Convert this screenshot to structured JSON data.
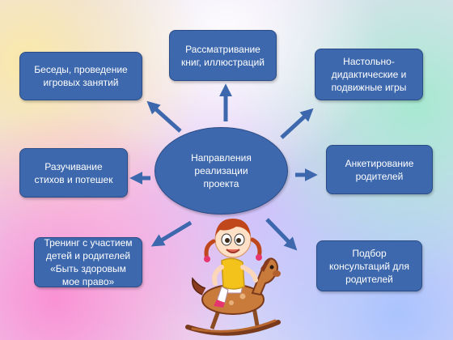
{
  "center": {
    "text": "Направления\nреализации\nпроекта"
  },
  "nodes": {
    "conversations": "Беседы, проведение\nигровых занятий",
    "books": "Рассматривание\nкниг, иллюстраций",
    "games": "Настольно-\nдидактические и\nподвижные игры",
    "poems": "Разучивание\nстихов и потешек",
    "survey": "Анкетирование\nродителей",
    "training": "Тренинг с участием\nдетей и родителей\n«Быть здоровым\nмое право»",
    "consultations": "Подбор\nконсультаций для\nродителей"
  },
  "colors": {
    "box": "#3d68ad",
    "box_border": "#2a4c86",
    "arrow": "#3d68ad",
    "text": "#ffffff"
  },
  "illustration": {
    "icon": "girl-on-rocking-horse-icon"
  }
}
